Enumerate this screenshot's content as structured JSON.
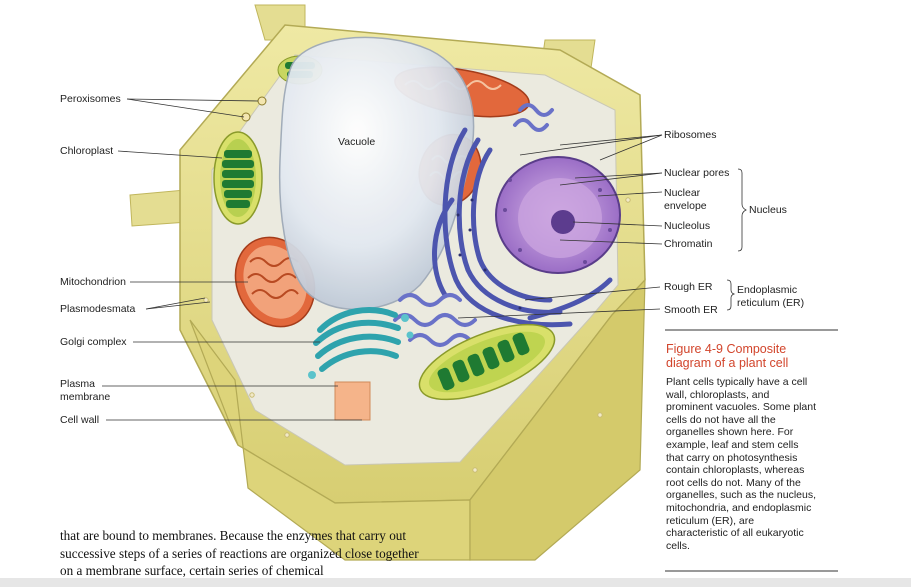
{
  "labels_left": {
    "peroxisomes": "Peroxisomes",
    "chloroplast": "Chloroplast",
    "mitochondrion": "Mitochondrion",
    "plasmodesmata": "Plasmodesmata",
    "golgi": "Golgi complex",
    "plasma_membrane_1": "Plasma",
    "plasma_membrane_2": "membrane",
    "cell_wall": "Cell wall"
  },
  "labels_inner": {
    "vacuole": "Vacuole"
  },
  "labels_right": {
    "ribosomes": "Ribosomes",
    "nuclear_pores": "Nuclear pores",
    "nuclear_envelope_1": "Nuclear",
    "nuclear_envelope_2": "envelope",
    "nucleolus": "Nucleolus",
    "chromatin": "Chromatin",
    "nucleus_group": "Nucleus",
    "rough_er": "Rough ER",
    "smooth_er": "Smooth ER",
    "er_group_1": "Endoplasmic",
    "er_group_2": "reticulum (ER)"
  },
  "caption": {
    "figure_number": "Figure 4-9",
    "title_1": "Composite",
    "title_2": "diagram of a plant cell",
    "body": "Plant cells typically have a cell wall, chloroplasts, and prominent vacuoles. Some plant cells do not have all the organelles shown here. For example, leaf and stem cells that carry on photosynthesis contain chloroplasts, whereas root cells do not. Many of the organelles, such as the nucleus, mitochondria, and endoplasmic reticulum (ER), are characteristic of all eukaryotic cells."
  },
  "body_text": "that are bound to membranes. Because the enzymes that carry out successive steps of a series of reactions are organized close together on a membrane surface, certain series of chemical",
  "colors": {
    "cell_wall": "#e6e08e",
    "cell_wall_dark": "#bcb35a",
    "cytoplasm": "#ecebe2",
    "vacuole": "#dfe6ee",
    "chloroplast": "#2e8a3c",
    "mitochondrion": "#e0663a",
    "golgi": "#3ab0b8",
    "er": "#5a62b8",
    "nucleus": "#9a6fc4",
    "caption_title": "#d2452c"
  }
}
